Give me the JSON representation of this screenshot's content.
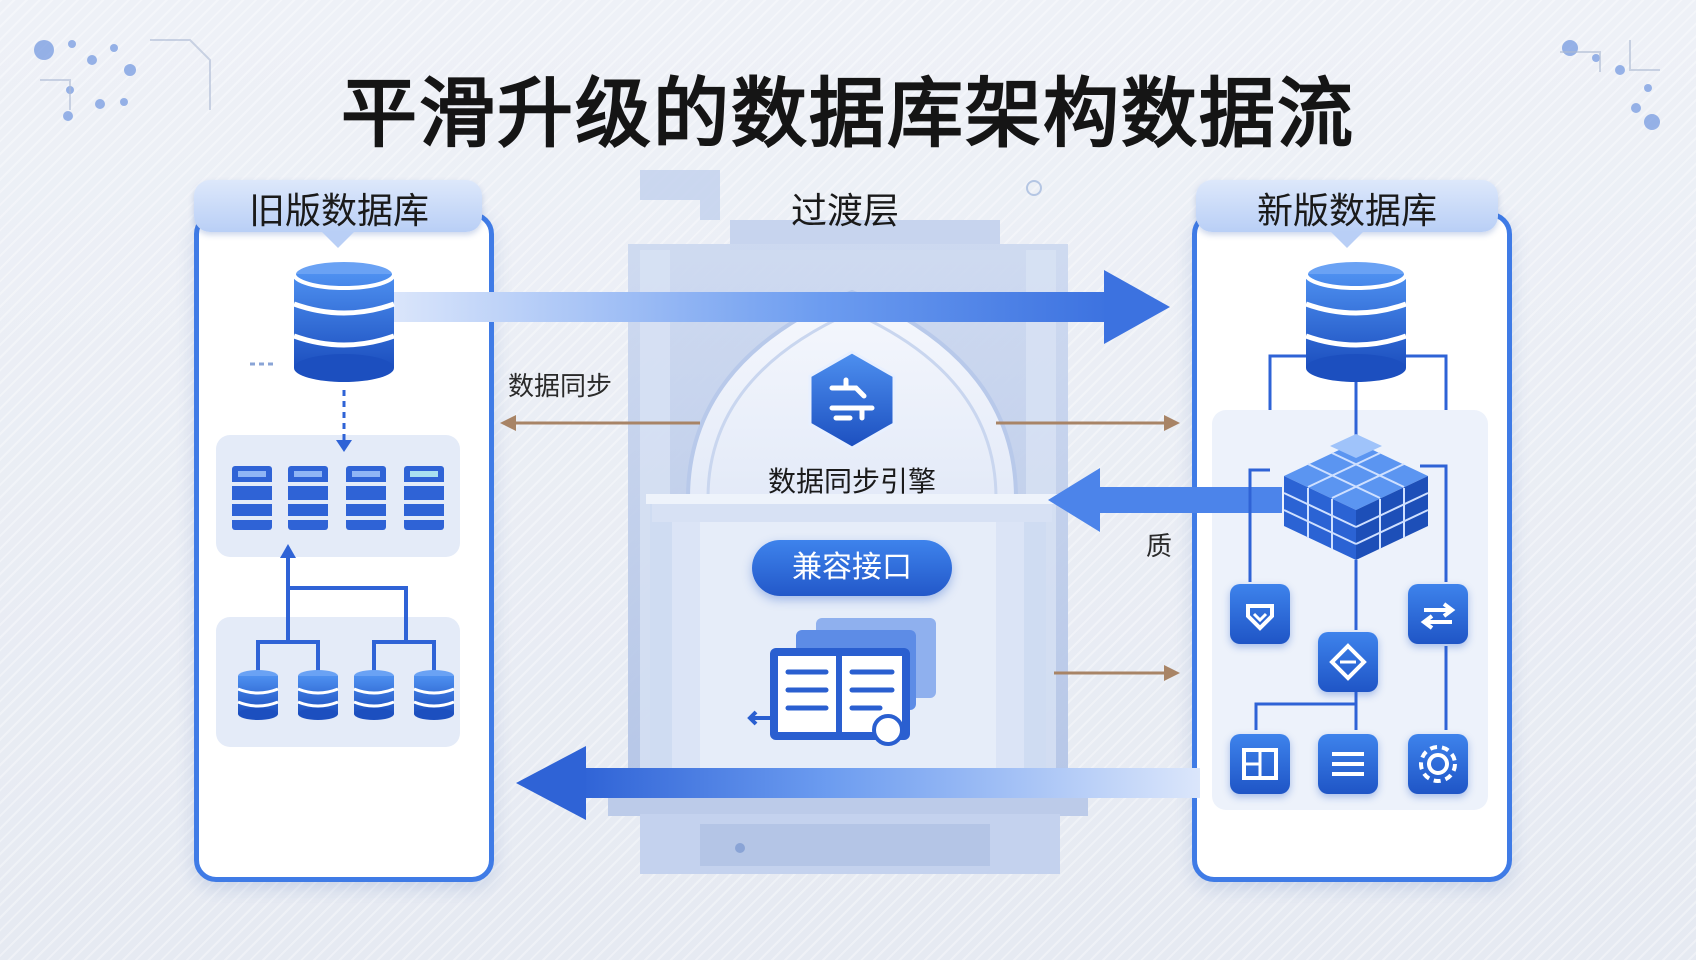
{
  "title": "平滑升级的数据库架构数据流",
  "old_db": {
    "label": "旧版数据库"
  },
  "transition": {
    "label": "过渡层",
    "engine_label": "数据同步引擎",
    "interface_label": "兼容接口"
  },
  "new_db": {
    "label": "新版数据库"
  },
  "annotations": {
    "left_arrow_text": "数据同步",
    "right_side_text": "质"
  },
  "colors": {
    "accent": "#3f7be6",
    "accent_dark": "#1f55c6",
    "thin_arrow": "#a88466",
    "tower": "#c2d1ec",
    "title": "#151515"
  },
  "icons": [
    "database-icon",
    "server-rack-icon",
    "sync-engine-icon",
    "document-icon",
    "cube-icon",
    "shield-icon",
    "diamond-icon",
    "switch-icon",
    "grid-icon",
    "list-icon",
    "gear-icon"
  ]
}
